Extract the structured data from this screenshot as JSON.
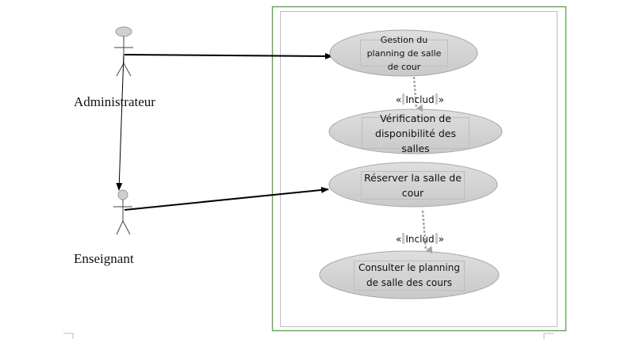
{
  "actors": {
    "admin": {
      "label": "Administrateur"
    },
    "teacher": {
      "label": "Enseignant"
    }
  },
  "use_cases": {
    "uc1": {
      "label": "Gestion du planning de salle de cour"
    },
    "uc2": {
      "label": "Vérification de disponibilité des salles"
    },
    "uc3": {
      "label": "Réserver la salle de cour"
    },
    "uc4": {
      "label": "Consulter le planning de salle des cours"
    }
  },
  "relations": {
    "include1": {
      "label": "« Includ »",
      "open": "«",
      "word": "Includ",
      "close": "»"
    },
    "include2": {
      "label": "« Includ »",
      "open": "«",
      "word": "Includ",
      "close": "»"
    }
  },
  "colors": {
    "system_border": "#5aac44",
    "usecase_fill": "#d4d4d4",
    "usecase_stroke": "#a9a9a9",
    "include_arrow": "#a6a6a6",
    "association": "#000000"
  }
}
